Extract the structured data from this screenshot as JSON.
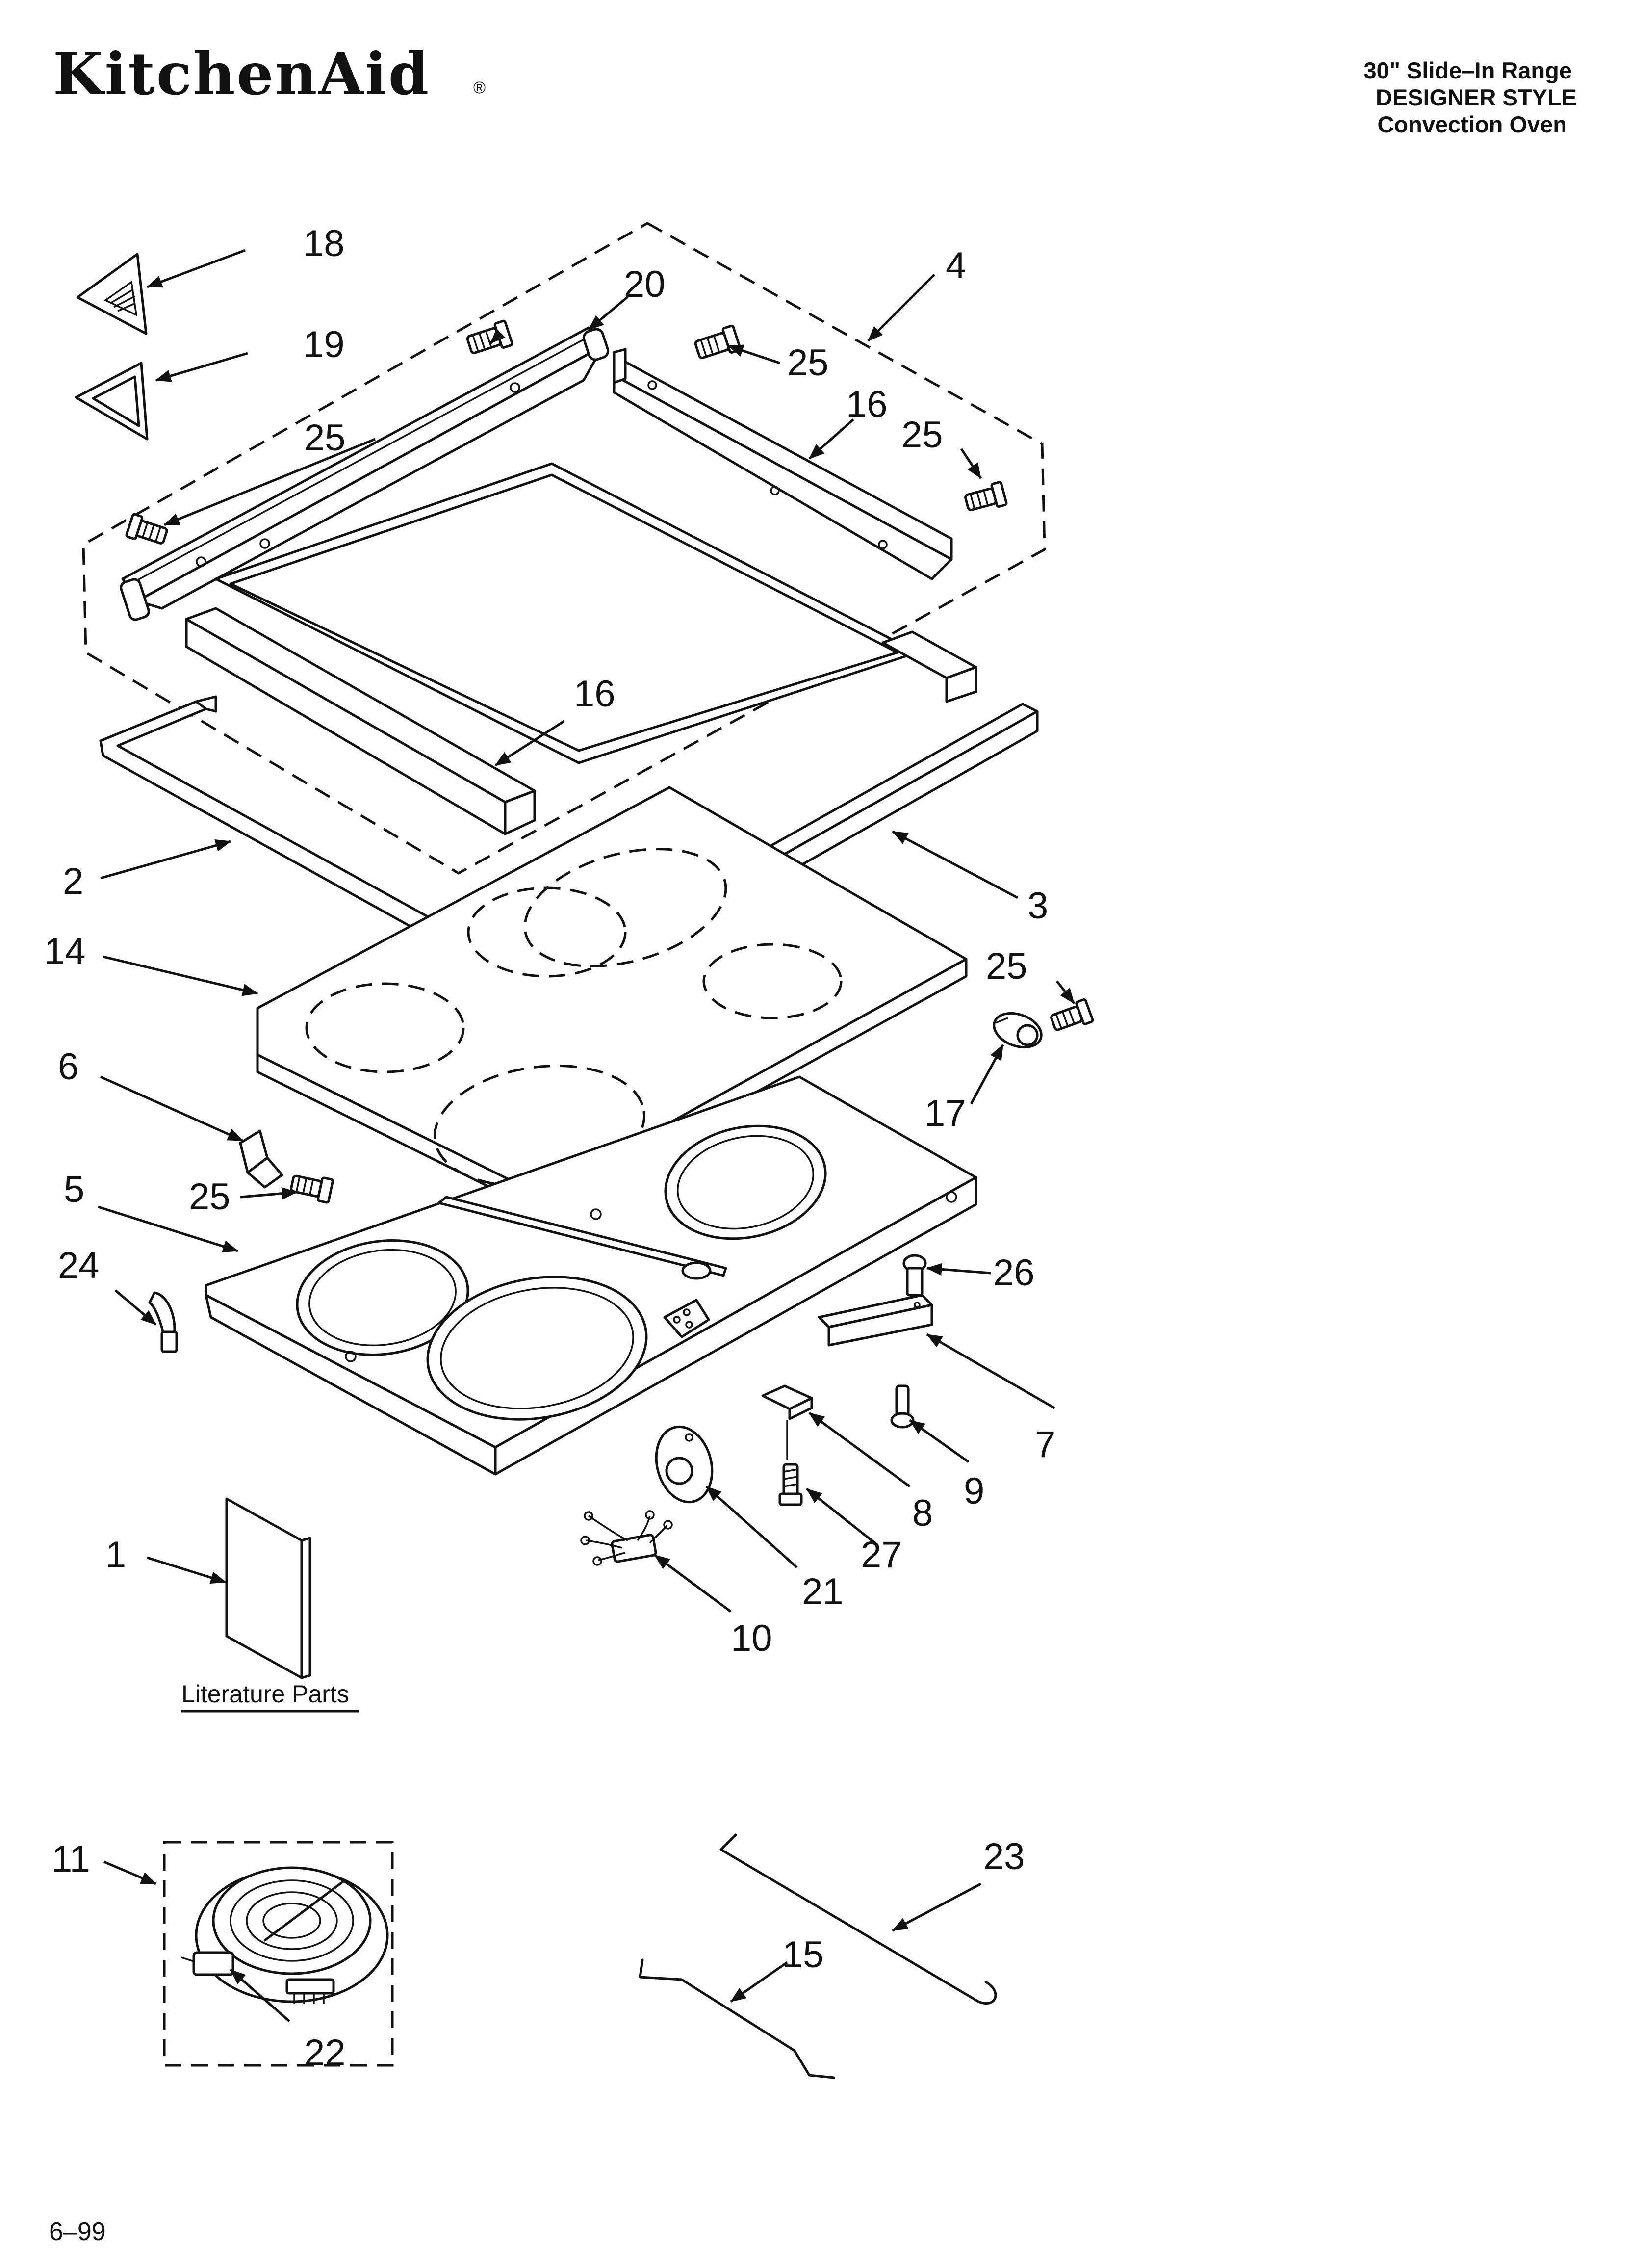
{
  "header": {
    "brand": "KitchenAid",
    "registered": "®",
    "model_lines": [
      "30\" Slide–In Range",
      "DESIGNER STYLE",
      "Convection Oven"
    ]
  },
  "callouts": [
    "18",
    "20",
    "4",
    "19",
    "25",
    "16",
    "25",
    "25",
    "16",
    "2",
    "3",
    "14",
    "25",
    "6",
    "17",
    "5",
    "25",
    "24",
    "26",
    "7",
    "9",
    "8",
    "1",
    "27",
    "21",
    "10",
    "11",
    "23",
    "15",
    "22"
  ],
  "literature_label": "Literature Parts",
  "footer": {
    "date_code": "6–99"
  }
}
